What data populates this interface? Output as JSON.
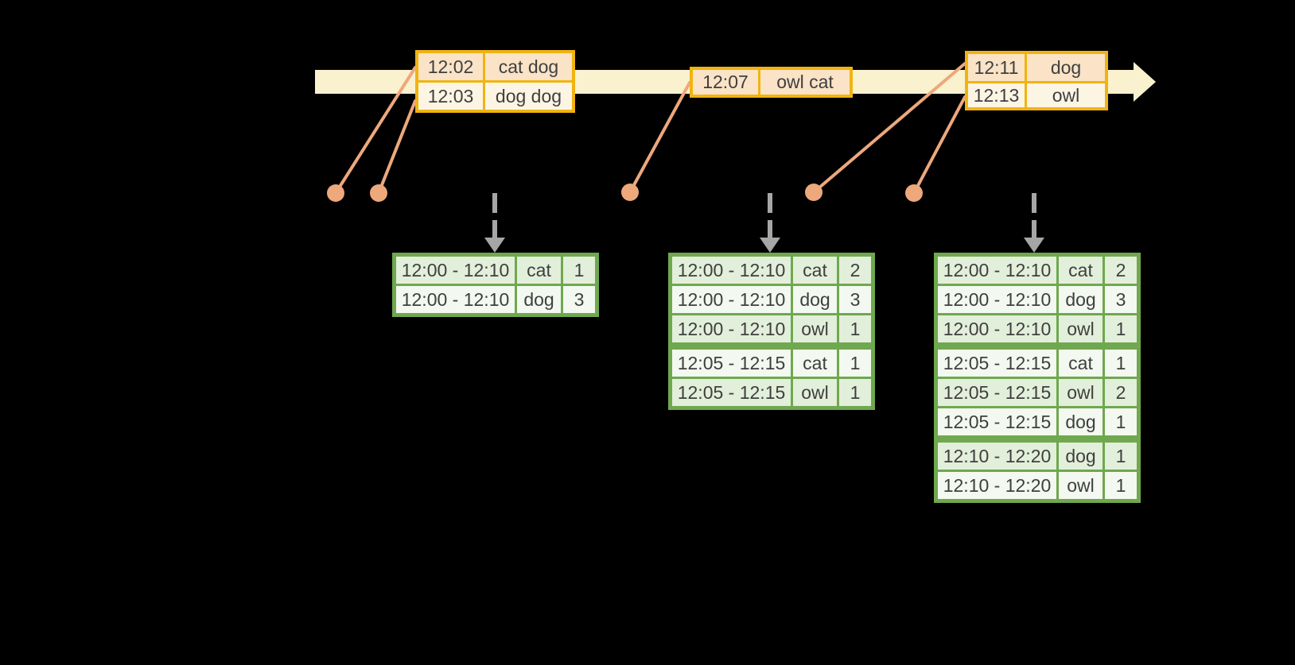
{
  "colors": {
    "background": "#000000",
    "timeline_band": "#FAF1CE",
    "event_border": "#F0B410",
    "event_row_peach": "#FAE3C6",
    "event_row_cream": "#FCF5E4",
    "marker_orange": "#EDA87C",
    "trigger_arrow_gray": "#A6A6A6",
    "table_border_green": "#6FA84F",
    "table_row_green_light": "#E2EFDA",
    "table_row_green_pale": "#F3F8F0",
    "text": "#3F3F3F"
  },
  "icons": {
    "timeline": "right-arrow-band",
    "event_marker": "filled-circle",
    "trigger": "dashed-down-arrow"
  },
  "events": [
    {
      "rows": [
        {
          "time": "12:02",
          "words": "cat dog"
        },
        {
          "time": "12:03",
          "words": "dog dog"
        }
      ]
    },
    {
      "rows": [
        {
          "time": "12:07",
          "words": "owl cat"
        }
      ]
    },
    {
      "rows": [
        {
          "time": "12:11",
          "words": "dog"
        },
        {
          "time": "12:13",
          "words": "owl"
        }
      ]
    }
  ],
  "tables": [
    {
      "rows": [
        {
          "window": "12:00 - 12:10",
          "word": "cat",
          "count": "1"
        },
        {
          "window": "12:00 - 12:10",
          "word": "dog",
          "count": "3"
        }
      ]
    },
    {
      "rows": [
        {
          "window": "12:00 - 12:10",
          "word": "cat",
          "count": "2"
        },
        {
          "window": "12:00 - 12:10",
          "word": "dog",
          "count": "3"
        },
        {
          "window": "12:00 - 12:10",
          "word": "owl",
          "count": "1"
        },
        {
          "window": "12:05 - 12:15",
          "word": "cat",
          "count": "1"
        },
        {
          "window": "12:05 - 12:15",
          "word": "owl",
          "count": "1"
        }
      ]
    },
    {
      "rows": [
        {
          "window": "12:00 - 12:10",
          "word": "cat",
          "count": "2"
        },
        {
          "window": "12:00 - 12:10",
          "word": "dog",
          "count": "3"
        },
        {
          "window": "12:00 - 12:10",
          "word": "owl",
          "count": "1"
        },
        {
          "window": "12:05 - 12:15",
          "word": "cat",
          "count": "1"
        },
        {
          "window": "12:05 - 12:15",
          "word": "owl",
          "count": "2"
        },
        {
          "window": "12:05 - 12:15",
          "word": "dog",
          "count": "1"
        },
        {
          "window": "12:10 - 12:20",
          "word": "dog",
          "count": "1"
        },
        {
          "window": "12:10 - 12:20",
          "word": "owl",
          "count": "1"
        }
      ]
    }
  ]
}
